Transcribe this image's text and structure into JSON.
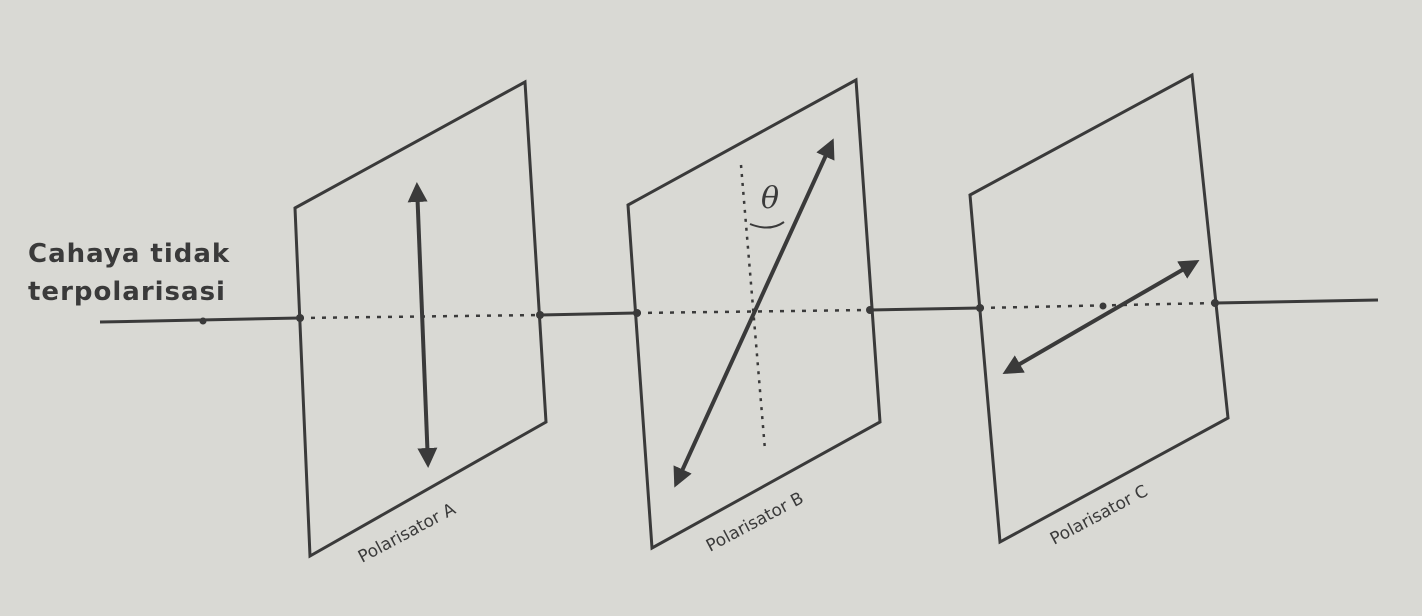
{
  "light_label": {
    "line1": "Cahaya tidak",
    "line2": "terpolarisasi"
  },
  "polarizers": [
    {
      "label": "Polarisator A"
    },
    {
      "label": "Polarisator B"
    },
    {
      "label": "Polarisator C"
    }
  ],
  "angle_symbol": "θ",
  "colors": {
    "background": "#d9d9d4",
    "ink": "#3a3a3a"
  }
}
